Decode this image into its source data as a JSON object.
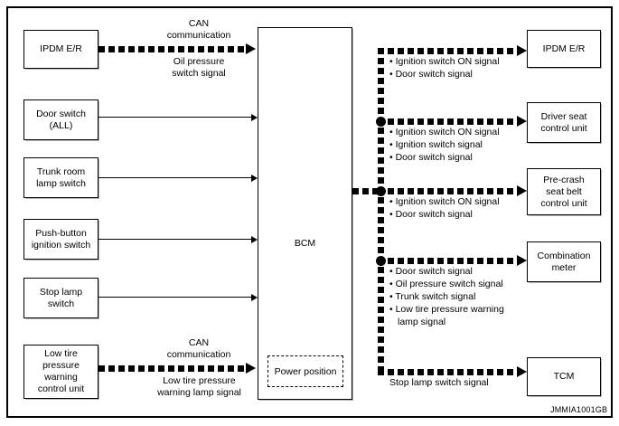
{
  "diagram": {
    "id_code": "JMMIA1001GB",
    "center_unit": {
      "label": "BCM",
      "sub_box_label": "Power position"
    },
    "inputs": [
      {
        "label": "IPDM E/R",
        "line_type": "can",
        "label_above": "CAN\ncommunication",
        "label_below": "Oil pressure\nswitch signal"
      },
      {
        "label": "Door switch\n(ALL)",
        "line_type": "solid",
        "label_above": "",
        "label_below": ""
      },
      {
        "label": "Trunk room\nlamp switch",
        "line_type": "solid",
        "label_above": "",
        "label_below": ""
      },
      {
        "label": "Push-button\nignition switch",
        "line_type": "solid",
        "label_above": "",
        "label_below": ""
      },
      {
        "label": "Stop lamp\nswitch",
        "line_type": "solid",
        "label_above": "",
        "label_below": ""
      },
      {
        "label": "Low tire\npressure\nwarning\ncontrol unit",
        "line_type": "can",
        "label_above": "CAN\ncommunication",
        "label_below": "Low tire pressure\nwarning lamp signal"
      }
    ],
    "outputs": [
      {
        "label": "IPDM E/R",
        "signals": [
          "Ignition switch ON signal",
          "Door switch signal"
        ],
        "junction": false
      },
      {
        "label": "Driver seat\ncontrol unit",
        "signals": [
          "Ignition switch ON signal",
          "Ignition switch signal",
          "Door switch signal"
        ],
        "junction": true
      },
      {
        "label": "Pre-crash\nseat belt\ncontrol unit",
        "signals": [
          "Ignition switch ON signal",
          "Door switch signal"
        ],
        "junction": true
      },
      {
        "label": "Combination\nmeter",
        "signals": [
          "Door switch signal",
          "Oil pressure switch signal",
          "Trunk switch signal",
          "Low tire pressure warning",
          "lamp signal"
        ],
        "junction": true
      },
      {
        "label": "TCM",
        "signals": [],
        "junction": false,
        "line_label": "Stop lamp switch signal"
      }
    ]
  }
}
